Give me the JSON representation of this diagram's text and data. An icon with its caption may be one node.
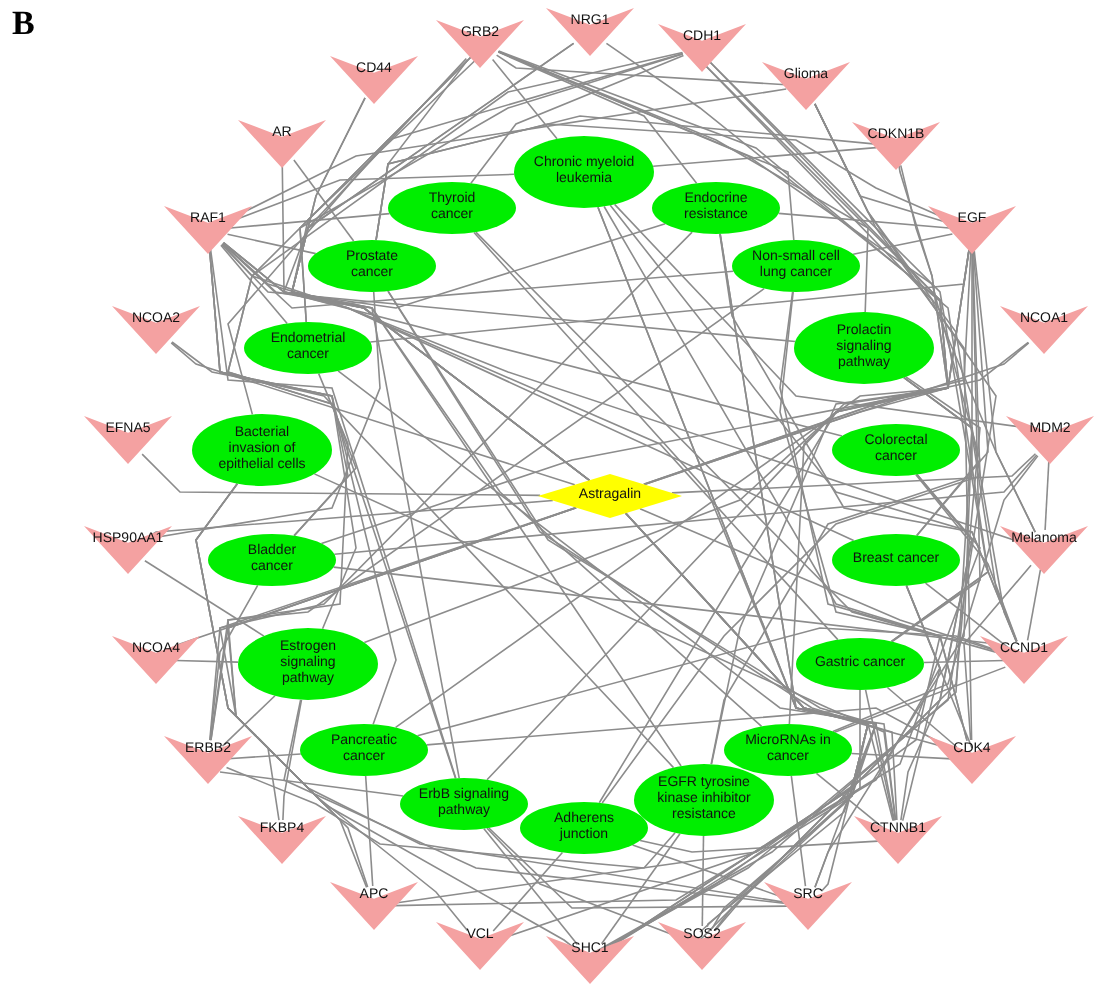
{
  "diagram": {
    "nodes": [
      {
        "text": [
          "NRG1"
        ]
      },
      {
        "text": [
          "GRB2"
        ]
      },
      {
        "text": [
          "CDH1"
        ]
      },
      {
        "text": [
          "CD44"
        ]
      },
      {
        "text": [
          "Glioma"
        ]
      },
      {
        "text": [
          "AR"
        ]
      },
      {
        "text": [
          "CDKN1B"
        ]
      },
      {
        "text": [
          "Chronic myeloid leukemia"
        ]
      },
      {
        "text": [
          "Thyroid cancer"
        ]
      },
      {
        "text": [
          "Endocrine resistance"
        ]
      },
      {
        "text": [
          "RAF1"
        ]
      },
      {
        "text": [
          "EGF"
        ]
      },
      {
        "text": [
          "Prostate cancer"
        ]
      },
      {
        "text": [
          "Non-small cell lung cancer"
        ]
      },
      {
        "text": [
          "NCOA2"
        ]
      },
      {
        "text": [
          "NCOA1"
        ]
      },
      {
        "text": [
          "Endometrial cancer"
        ]
      },
      {
        "text": [
          "Prolactin signaling pathway"
        ]
      },
      {
        "text": [
          "EFNA5"
        ]
      },
      {
        "text": [
          "MDM2"
        ]
      },
      {
        "text": [
          "Bacterial invasion of epithelial cells"
        ]
      },
      {
        "text": [
          "Colorectal cancer"
        ]
      },
      {
        "text": [
          "Astragalin"
        ]
      },
      {
        "text": [
          "HSP90AA1"
        ]
      },
      {
        "text": [
          "Melanoma"
        ]
      },
      {
        "text": [
          "Bladder cancer"
        ]
      },
      {
        "text": [
          "Breast cancer"
        ]
      },
      {
        "text": [
          "NCOA4"
        ]
      },
      {
        "text": [
          "CCND1"
        ]
      },
      {
        "text": [
          "Estrogen signaling pathway"
        ]
      },
      {
        "text": [
          "Gastric cancer"
        ]
      },
      {
        "text": [
          "Pancreatic cancer"
        ]
      },
      {
        "text": [
          "MicroRNAs in cancer"
        ]
      },
      {
        "text": [
          "ERBB2"
        ]
      },
      {
        "text": [
          "CDK4"
        ]
      },
      {
        "text": [
          "ErbB signaling pathway"
        ]
      },
      {
        "text": [
          "EGFR tyrosine kinase inhibitor resistance"
        ]
      },
      {
        "text": [
          "Adherens junction"
        ]
      },
      {
        "text": [
          "FKBP4"
        ]
      },
      {
        "text": [
          "CTNNB1"
        ]
      },
      {
        "text": [
          "APC"
        ]
      },
      {
        "text": [
          "SRC"
        ]
      },
      {
        "text": [
          "VCL"
        ]
      },
      {
        "text": [
          "SOS2"
        ]
      },
      {
        "text": [
          "SHC1"
        ]
      }
    ],
    "edges": [
      {
        "from": 22,
        "to": 0,
        "arrow": "none"
      },
      {
        "from": 22,
        "to": 1,
        "arrow": "none"
      },
      {
        "from": 22,
        "to": 2,
        "arrow": "none"
      },
      {
        "from": 22,
        "to": 3,
        "arrow": "none"
      },
      {
        "from": 22,
        "to": 5,
        "arrow": "none"
      },
      {
        "from": 22,
        "to": 6,
        "arrow": "none"
      },
      {
        "from": 22,
        "to": 10,
        "arrow": "none"
      },
      {
        "from": 22,
        "to": 11,
        "arrow": "none"
      },
      {
        "from": 22,
        "to": 14,
        "arrow": "none"
      },
      {
        "from": 22,
        "to": 15,
        "arrow": "none"
      },
      {
        "from": 22,
        "to": 18,
        "arrow": "none"
      },
      {
        "from": 22,
        "to": 19,
        "arrow": "none"
      },
      {
        "from": 22,
        "to": 23,
        "arrow": "none"
      },
      {
        "from": 22,
        "to": 27,
        "arrow": "none"
      },
      {
        "from": 22,
        "to": 28,
        "arrow": "none"
      },
      {
        "from": 22,
        "to": 33,
        "arrow": "none"
      },
      {
        "from": 22,
        "to": 34,
        "arrow": "none"
      },
      {
        "from": 22,
        "to": 38,
        "arrow": "none"
      },
      {
        "from": 22,
        "to": 39,
        "arrow": "none"
      },
      {
        "from": 22,
        "to": 40,
        "arrow": "none"
      },
      {
        "from": 22,
        "to": 41,
        "arrow": "none"
      },
      {
        "from": 22,
        "to": 42,
        "arrow": "none"
      },
      {
        "from": 22,
        "to": 43,
        "arrow": "none"
      },
      {
        "from": 22,
        "to": 44,
        "arrow": "none"
      },
      {
        "from": 7,
        "to": 1,
        "arrow": "none"
      },
      {
        "from": 7,
        "to": 10,
        "arrow": "none"
      },
      {
        "from": 7,
        "to": 6,
        "arrow": "none"
      },
      {
        "from": 7,
        "to": 19,
        "arrow": "none"
      },
      {
        "from": 7,
        "to": 28,
        "arrow": "none"
      },
      {
        "from": 7,
        "to": 34,
        "arrow": "none"
      },
      {
        "from": 7,
        "to": 43,
        "arrow": "none"
      },
      {
        "from": 7,
        "to": 44,
        "arrow": "none"
      },
      {
        "from": 8,
        "to": 10,
        "arrow": "none"
      },
      {
        "from": 8,
        "to": 28,
        "arrow": "none"
      },
      {
        "from": 8,
        "to": 39,
        "arrow": "none"
      },
      {
        "from": 8,
        "to": 2,
        "arrow": "none"
      },
      {
        "from": 9,
        "to": 1,
        "arrow": "none"
      },
      {
        "from": 9,
        "to": 10,
        "arrow": "none"
      },
      {
        "from": 9,
        "to": 11,
        "arrow": "none"
      },
      {
        "from": 9,
        "to": 33,
        "arrow": "none"
      },
      {
        "from": 9,
        "to": 28,
        "arrow": "none"
      },
      {
        "from": 9,
        "to": 41,
        "arrow": "none"
      },
      {
        "from": 9,
        "to": 44,
        "arrow": "none"
      },
      {
        "from": 12,
        "to": 5,
        "arrow": "none"
      },
      {
        "from": 12,
        "to": 1,
        "arrow": "none"
      },
      {
        "from": 12,
        "to": 10,
        "arrow": "none"
      },
      {
        "from": 12,
        "to": 11,
        "arrow": "none"
      },
      {
        "from": 12,
        "to": 23,
        "arrow": "none"
      },
      {
        "from": 12,
        "to": 6,
        "arrow": "none"
      },
      {
        "from": 12,
        "to": 39,
        "arrow": "none"
      },
      {
        "from": 12,
        "to": 43,
        "arrow": "none"
      },
      {
        "from": 13,
        "to": 1,
        "arrow": "none"
      },
      {
        "from": 13,
        "to": 10,
        "arrow": "none"
      },
      {
        "from": 13,
        "to": 11,
        "arrow": "none"
      },
      {
        "from": 13,
        "to": 33,
        "arrow": "none"
      },
      {
        "from": 13,
        "to": 34,
        "arrow": "none"
      },
      {
        "from": 13,
        "to": 44,
        "arrow": "none"
      },
      {
        "from": 16,
        "to": 1,
        "arrow": "none"
      },
      {
        "from": 16,
        "to": 10,
        "arrow": "none"
      },
      {
        "from": 16,
        "to": 11,
        "arrow": "none"
      },
      {
        "from": 16,
        "to": 39,
        "arrow": "none"
      },
      {
        "from": 16,
        "to": 40,
        "arrow": "none"
      },
      {
        "from": 16,
        "to": 2,
        "arrow": "none"
      },
      {
        "from": 17,
        "to": 1,
        "arrow": "none"
      },
      {
        "from": 17,
        "to": 10,
        "arrow": "none"
      },
      {
        "from": 17,
        "to": 28,
        "arrow": "none"
      },
      {
        "from": 17,
        "to": 41,
        "arrow": "none"
      },
      {
        "from": 17,
        "to": 43,
        "arrow": "none"
      },
      {
        "from": 17,
        "to": 44,
        "arrow": "none"
      },
      {
        "from": 20,
        "to": 2,
        "arrow": "none"
      },
      {
        "from": 20,
        "to": 39,
        "arrow": "none"
      },
      {
        "from": 20,
        "to": 41,
        "arrow": "none"
      },
      {
        "from": 20,
        "to": 42,
        "arrow": "none"
      },
      {
        "from": 20,
        "to": 44,
        "arrow": "none"
      },
      {
        "from": 21,
        "to": 10,
        "arrow": "none"
      },
      {
        "from": 21,
        "to": 39,
        "arrow": "none"
      },
      {
        "from": 21,
        "to": 40,
        "arrow": "none"
      },
      {
        "from": 21,
        "to": 28,
        "arrow": "none"
      },
      {
        "from": 21,
        "to": 43,
        "arrow": "none"
      },
      {
        "from": 25,
        "to": 10,
        "arrow": "none"
      },
      {
        "from": 25,
        "to": 11,
        "arrow": "none"
      },
      {
        "from": 25,
        "to": 33,
        "arrow": "none"
      },
      {
        "from": 25,
        "to": 28,
        "arrow": "none"
      },
      {
        "from": 25,
        "to": 19,
        "arrow": "none"
      },
      {
        "from": 25,
        "to": 2,
        "arrow": "none"
      },
      {
        "from": 26,
        "to": 1,
        "arrow": "none"
      },
      {
        "from": 26,
        "to": 10,
        "arrow": "none"
      },
      {
        "from": 26,
        "to": 11,
        "arrow": "none"
      },
      {
        "from": 26,
        "to": 28,
        "arrow": "none"
      },
      {
        "from": 26,
        "to": 34,
        "arrow": "none"
      },
      {
        "from": 26,
        "to": 39,
        "arrow": "none"
      },
      {
        "from": 26,
        "to": 40,
        "arrow": "none"
      },
      {
        "from": 29,
        "to": 14,
        "arrow": "none"
      },
      {
        "from": 29,
        "to": 15,
        "arrow": "none"
      },
      {
        "from": 29,
        "to": 27,
        "arrow": "none"
      },
      {
        "from": 29,
        "to": 23,
        "arrow": "none"
      },
      {
        "from": 29,
        "to": 38,
        "arrow": "none"
      },
      {
        "from": 29,
        "to": 41,
        "arrow": "none"
      },
      {
        "from": 29,
        "to": 33,
        "arrow": "none"
      },
      {
        "from": 30,
        "to": 1,
        "arrow": "none"
      },
      {
        "from": 30,
        "to": 10,
        "arrow": "none"
      },
      {
        "from": 30,
        "to": 11,
        "arrow": "none"
      },
      {
        "from": 30,
        "to": 2,
        "arrow": "none"
      },
      {
        "from": 30,
        "to": 39,
        "arrow": "none"
      },
      {
        "from": 30,
        "to": 28,
        "arrow": "none"
      },
      {
        "from": 30,
        "to": 34,
        "arrow": "none"
      },
      {
        "from": 30,
        "to": 43,
        "arrow": "none"
      },
      {
        "from": 31,
        "to": 10,
        "arrow": "none"
      },
      {
        "from": 31,
        "to": 11,
        "arrow": "none"
      },
      {
        "from": 31,
        "to": 33,
        "arrow": "none"
      },
      {
        "from": 31,
        "to": 28,
        "arrow": "none"
      },
      {
        "from": 31,
        "to": 34,
        "arrow": "none"
      },
      {
        "from": 31,
        "to": 40,
        "arrow": "none"
      },
      {
        "from": 32,
        "to": 3,
        "arrow": "none"
      },
      {
        "from": 32,
        "to": 28,
        "arrow": "none"
      },
      {
        "from": 32,
        "to": 19,
        "arrow": "none"
      },
      {
        "from": 32,
        "to": 34,
        "arrow": "none"
      },
      {
        "from": 32,
        "to": 39,
        "arrow": "none"
      },
      {
        "from": 32,
        "to": 6,
        "arrow": "none"
      },
      {
        "from": 32,
        "to": 41,
        "arrow": "none"
      },
      {
        "from": 35,
        "to": 0,
        "arrow": "none"
      },
      {
        "from": 35,
        "to": 1,
        "arrow": "none"
      },
      {
        "from": 35,
        "to": 10,
        "arrow": "none"
      },
      {
        "from": 35,
        "to": 11,
        "arrow": "none"
      },
      {
        "from": 35,
        "to": 33,
        "arrow": "none"
      },
      {
        "from": 35,
        "to": 41,
        "arrow": "none"
      },
      {
        "from": 35,
        "to": 43,
        "arrow": "none"
      },
      {
        "from": 35,
        "to": 44,
        "arrow": "none"
      },
      {
        "from": 36,
        "to": 0,
        "arrow": "none"
      },
      {
        "from": 36,
        "to": 1,
        "arrow": "none"
      },
      {
        "from": 36,
        "to": 10,
        "arrow": "none"
      },
      {
        "from": 36,
        "to": 11,
        "arrow": "none"
      },
      {
        "from": 36,
        "to": 33,
        "arrow": "none"
      },
      {
        "from": 36,
        "to": 43,
        "arrow": "none"
      },
      {
        "from": 36,
        "to": 44,
        "arrow": "none"
      },
      {
        "from": 37,
        "to": 2,
        "arrow": "none"
      },
      {
        "from": 37,
        "to": 39,
        "arrow": "none"
      },
      {
        "from": 37,
        "to": 41,
        "arrow": "none"
      },
      {
        "from": 37,
        "to": 42,
        "arrow": "none"
      },
      {
        "from": 37,
        "to": 11,
        "arrow": "none"
      },
      {
        "from": 4,
        "to": 1,
        "arrow": "none"
      },
      {
        "from": 4,
        "to": 10,
        "arrow": "none"
      },
      {
        "from": 4,
        "to": 11,
        "arrow": "none"
      },
      {
        "from": 4,
        "to": 28,
        "arrow": "none"
      },
      {
        "from": 4,
        "to": 34,
        "arrow": "none"
      },
      {
        "from": 4,
        "to": 44,
        "arrow": "none"
      },
      {
        "from": 24,
        "to": 10,
        "arrow": "none"
      },
      {
        "from": 24,
        "to": 11,
        "arrow": "none"
      },
      {
        "from": 24,
        "to": 28,
        "arrow": "none"
      },
      {
        "from": 24,
        "to": 34,
        "arrow": "none"
      },
      {
        "from": 24,
        "to": 19,
        "arrow": "none"
      },
      {
        "from": 24,
        "to": 2,
        "arrow": "none"
      }
    ],
    "labels": [
      "B"
    ]
  }
}
